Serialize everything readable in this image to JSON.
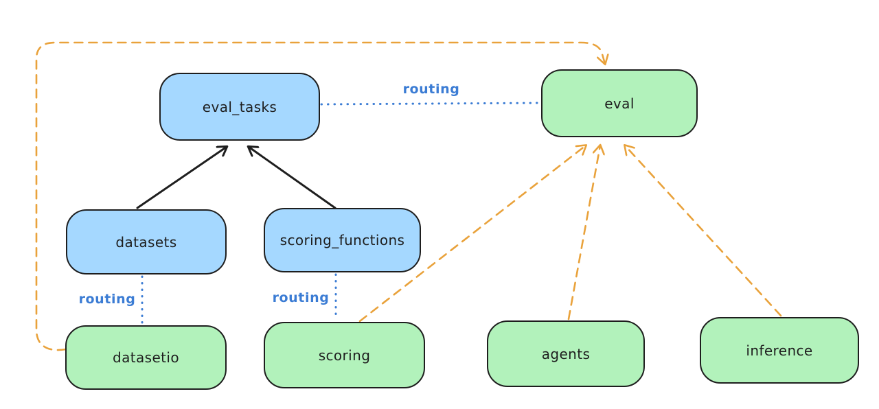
{
  "diagram": {
    "title": "",
    "colors": {
      "background": "#ffffff",
      "blue_node_fill": "#a5d8ff",
      "green_node_fill": "#b2f2bb",
      "node_border": "#1e1e1e",
      "solid_arrow": "#1e1e1e",
      "routing_blue": "#3b7cd4",
      "dashed_orange": "#e9a23b"
    },
    "nodes": {
      "eval_tasks": {
        "label": "eval_tasks",
        "color": "blue"
      },
      "eval": {
        "label": "eval",
        "color": "green"
      },
      "datasets": {
        "label": "datasets",
        "color": "blue"
      },
      "scoring_functions": {
        "label": "scoring_functions",
        "color": "blue"
      },
      "datasetio": {
        "label": "datasetio",
        "color": "green"
      },
      "scoring": {
        "label": "scoring",
        "color": "green"
      },
      "agents": {
        "label": "agents",
        "color": "green"
      },
      "inference": {
        "label": "inference",
        "color": "green"
      }
    },
    "routing_labels": {
      "eval_tasks_to_eval": "routing",
      "datasets_to_datasetio": "routing",
      "scoring_functions_to_scoring": "routing"
    },
    "edges": [
      {
        "from": "datasets",
        "to": "eval_tasks",
        "style": "solid-black-arrow"
      },
      {
        "from": "scoring_functions",
        "to": "eval_tasks",
        "style": "solid-black-arrow"
      },
      {
        "from": "eval_tasks",
        "to": "eval",
        "style": "dotted-blue",
        "label": "routing"
      },
      {
        "from": "datasets",
        "to": "datasetio",
        "style": "dotted-blue",
        "label": "routing"
      },
      {
        "from": "scoring_functions",
        "to": "scoring",
        "style": "dotted-blue",
        "label": "routing"
      },
      {
        "from": "datasetio",
        "to": "eval",
        "style": "dashed-orange-arrow"
      },
      {
        "from": "scoring",
        "to": "eval",
        "style": "dashed-orange-arrow"
      },
      {
        "from": "agents",
        "to": "eval",
        "style": "dashed-orange-arrow"
      },
      {
        "from": "inference",
        "to": "eval",
        "style": "dashed-orange-arrow"
      }
    ]
  }
}
